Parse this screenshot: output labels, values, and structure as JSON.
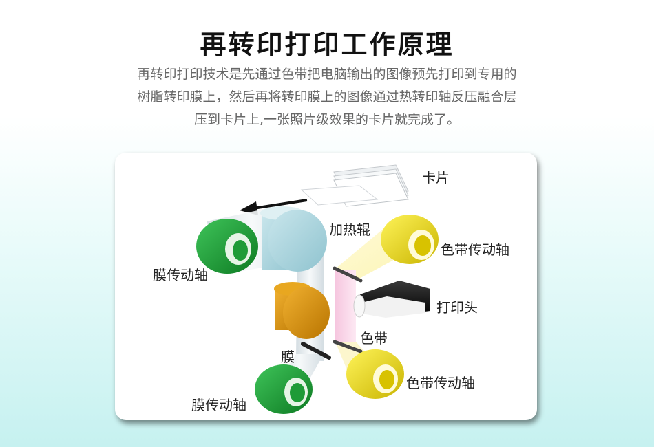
{
  "title": "再转印打印工作原理",
  "description": [
    "再转印打印技术是先通过色带把电脑输出的图像预先打印到专用的",
    "树脂转印膜上，然后再将转印膜上的图像通过热转印轴反压融合层",
    "压到卡片上,一张照片级效果的卡片就完成了。"
  ],
  "labels": {
    "card": "卡片",
    "heat_roller": "加热辊",
    "ribbon_axis_top": "色带传动轴",
    "film_axis_left": "膜传动轴",
    "print_head": "打印头",
    "ribbon": "色带",
    "film": "膜",
    "ribbon_axis_bottom": "色带传动轴",
    "film_axis_bottom": "膜传动轴"
  },
  "colors": {
    "film_roll": "#1e9b37",
    "ribbon_roll": "#e8d400",
    "heat_roller": "#a9d3dc",
    "orange_roller": "#d69012",
    "ribbon_strip": "#f2b8d8"
  }
}
